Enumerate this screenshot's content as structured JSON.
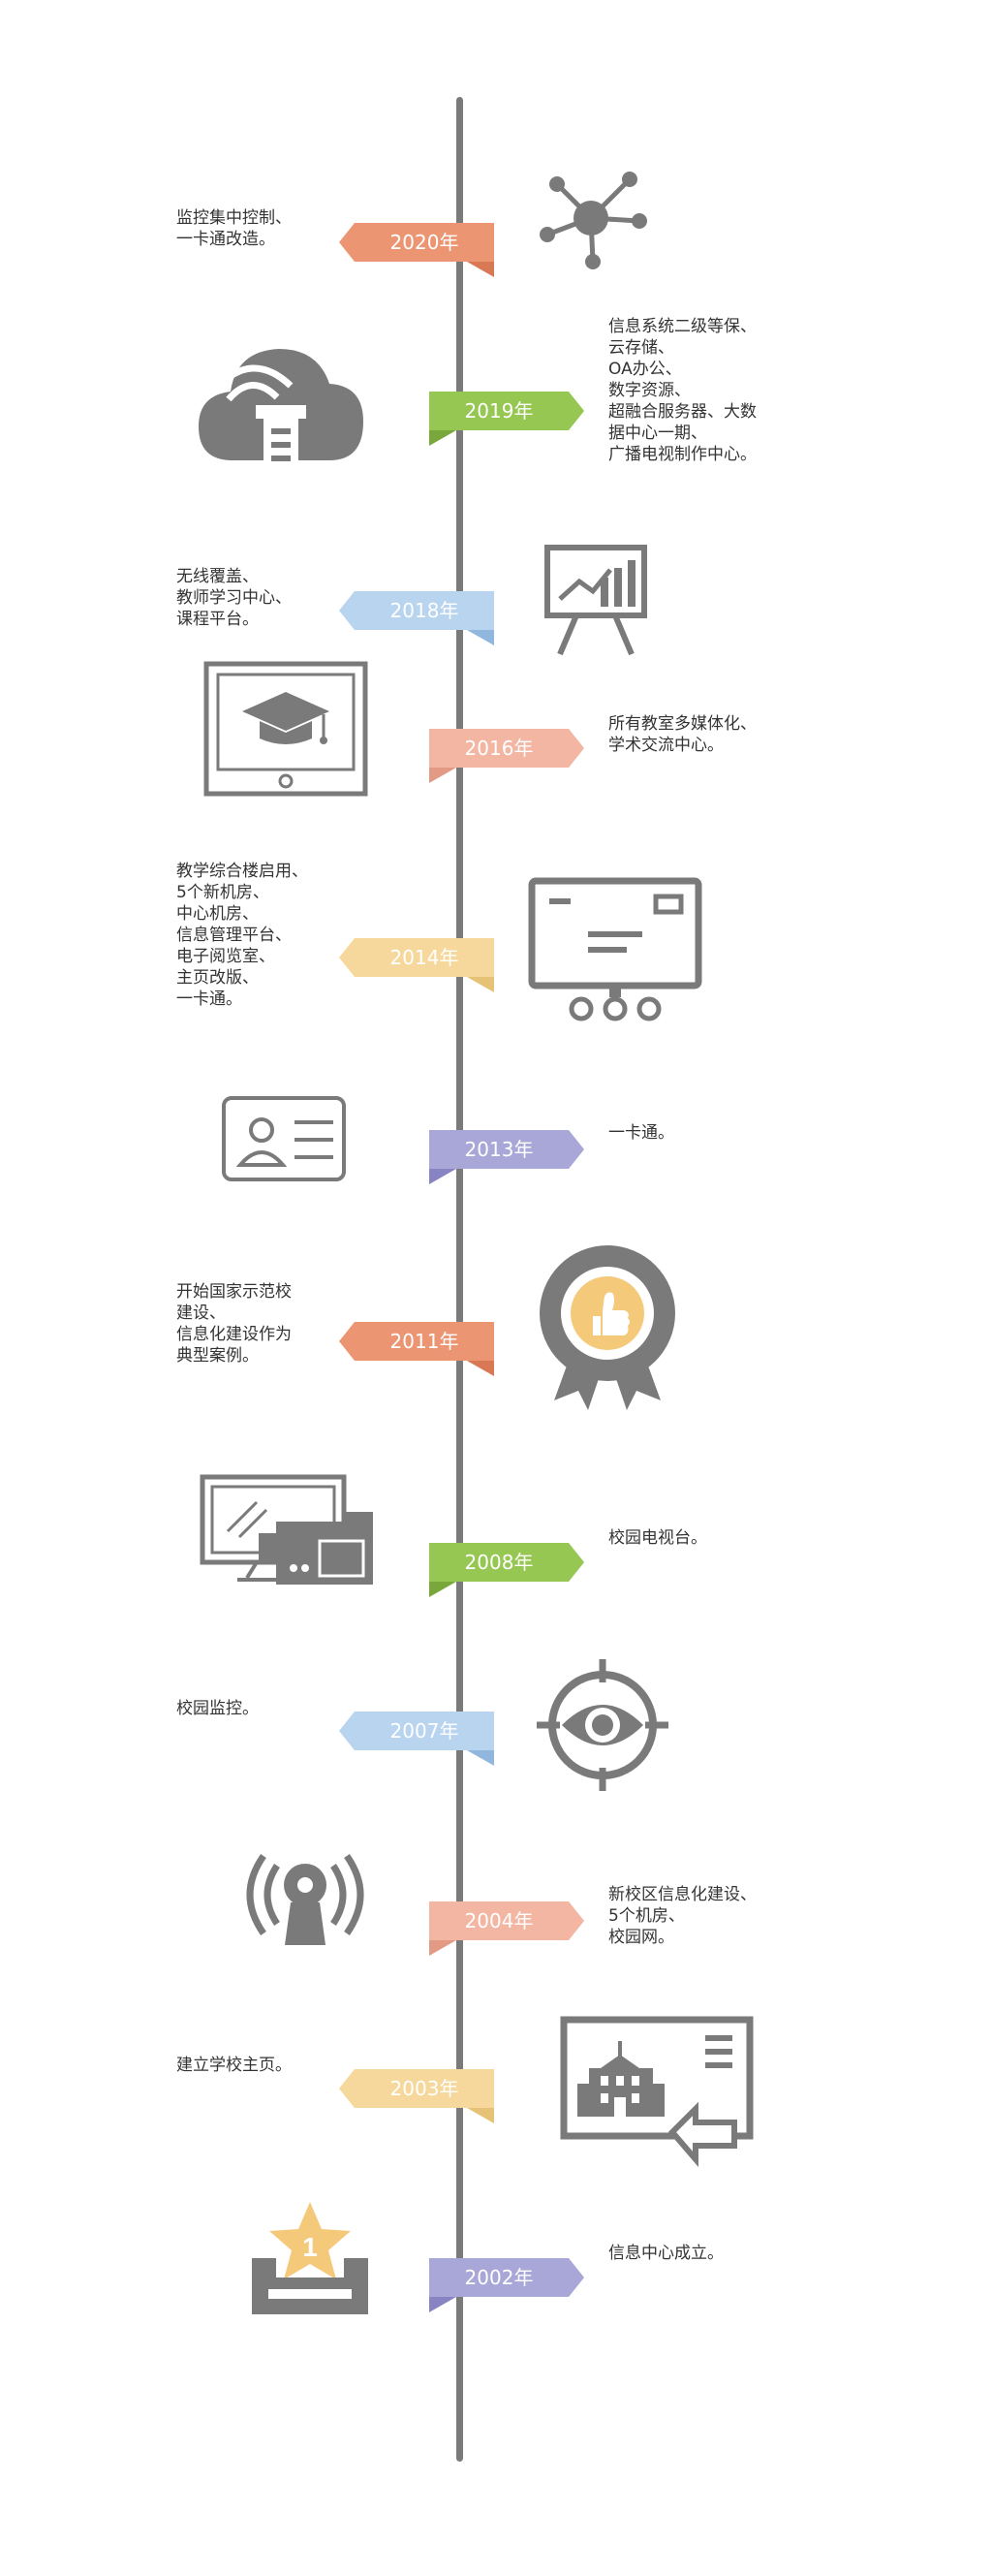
{
  "entries": [
    {
      "year": "2020年",
      "side": "left",
      "color": "#ec9573",
      "fold": "#d97854",
      "text": "监控集中控制、\n一卡通改造。",
      "icon": "network-icon"
    },
    {
      "year": "2019年",
      "side": "right",
      "color": "#96c752",
      "fold": "#7aa73c",
      "text": "信息系统二级等保、\n云存储、\nOA办公、\n数字资源、\n超融合服务器、大数\n据中心一期、\n广播电视制作中心。",
      "icon": "cloud-storage-icon"
    },
    {
      "year": "2018年",
      "side": "left",
      "color": "#b8d4ef",
      "fold": "#91b7de",
      "text": "无线覆盖、\n教师学习中心、\n课程平台。",
      "icon": "presentation-chart-icon"
    },
    {
      "year": "2016年",
      "side": "right",
      "color": "#f2b6a3",
      "fold": "#e39a84",
      "text": "所有教室多媒体化、\n学术交流中心。",
      "icon": "graduation-tablet-icon"
    },
    {
      "year": "2014年",
      "side": "left",
      "color": "#f6d89c",
      "fold": "#e6c276",
      "text": "教学综合楼启用、\n5个新机房、\n中心机房、\n信息管理平台、\n电子阅览室、\n主页改版、\n一卡通。",
      "icon": "monitor-screen-icon"
    },
    {
      "year": "2013年",
      "side": "right",
      "color": "#a9a6d8",
      "fold": "#8884c4",
      "text": "一卡通。",
      "icon": "id-card-icon"
    },
    {
      "year": "2011年",
      "side": "left",
      "color": "#ec9573",
      "fold": "#d97854",
      "text": "开始国家示范校\n建设、\n信息化建设作为\n典型案例。",
      "icon": "award-badge-icon"
    },
    {
      "year": "2008年",
      "side": "right",
      "color": "#96c752",
      "fold": "#7aa73c",
      "text": "校园电视台。",
      "icon": "tv-camera-icon"
    },
    {
      "year": "2007年",
      "side": "left",
      "color": "#b8d4ef",
      "fold": "#91b7de",
      "text": "校园监控。",
      "icon": "eye-target-icon"
    },
    {
      "year": "2004年",
      "side": "right",
      "color": "#f2b6a3",
      "fold": "#e39a84",
      "text": "新校区信息化建设、\n5个机房、\n校园网。",
      "icon": "wireless-broadcast-icon"
    },
    {
      "year": "2003年",
      "side": "left",
      "color": "#f6d89c",
      "fold": "#e6c276",
      "text": "建立学校主页。",
      "icon": "school-homepage-icon"
    },
    {
      "year": "2002年",
      "side": "right",
      "color": "#a9a6d8",
      "fold": "#8884c4",
      "text": "信息中心成立。",
      "icon": "star-tray-icon"
    }
  ],
  "icon_color": "#7a7a7a",
  "star_color": "#f5c97a",
  "thumb_color": "#f5c97a",
  "badge_number": "1"
}
